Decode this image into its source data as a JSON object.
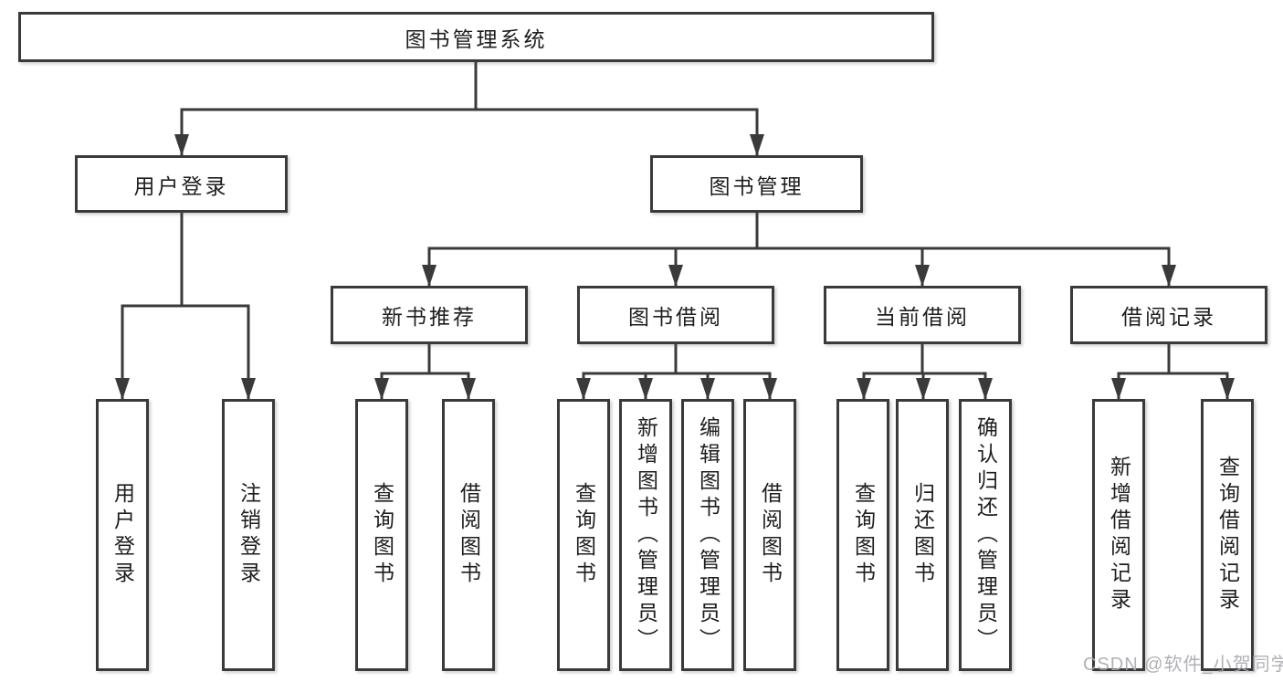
{
  "diagram": {
    "root": {
      "label": "图书管理系统"
    },
    "level2": {
      "user_login": {
        "label": "用户登录"
      },
      "book_management": {
        "label": "图书管理"
      }
    },
    "level3": {
      "new_book_recommend": {
        "label": "新书推荐"
      },
      "book_borrow": {
        "label": "图书借阅"
      },
      "current_borrow": {
        "label": "当前借阅"
      },
      "borrow_records": {
        "label": "借阅记录"
      }
    },
    "leaves": {
      "user_login_leaf": {
        "label": "用户登录"
      },
      "logout": {
        "label": "注销登录"
      },
      "nb_query_book": {
        "label": "查询图书"
      },
      "nb_borrow_book": {
        "label": "借阅图书"
      },
      "bb_query_book": {
        "label": "查询图书"
      },
      "bb_add_book": {
        "label": "新增图书（管理员）"
      },
      "bb_edit_book": {
        "label": "编辑图书（管理员）"
      },
      "bb_borrow_book": {
        "label": "借阅图书"
      },
      "cb_query_book": {
        "label": "查询图书"
      },
      "cb_return_book": {
        "label": "归还图书"
      },
      "cb_confirm_return": {
        "label": "确认归还（管理员）"
      },
      "br_add_record": {
        "label": "新增借阅记录"
      },
      "br_query_record": {
        "label": "查询借阅记录"
      }
    },
    "watermark": "CSDN @软件_小贺同学",
    "colors": {
      "line": "#3a3a3a",
      "text": "#1e1e1e",
      "watermark": "#a9a9af"
    }
  }
}
